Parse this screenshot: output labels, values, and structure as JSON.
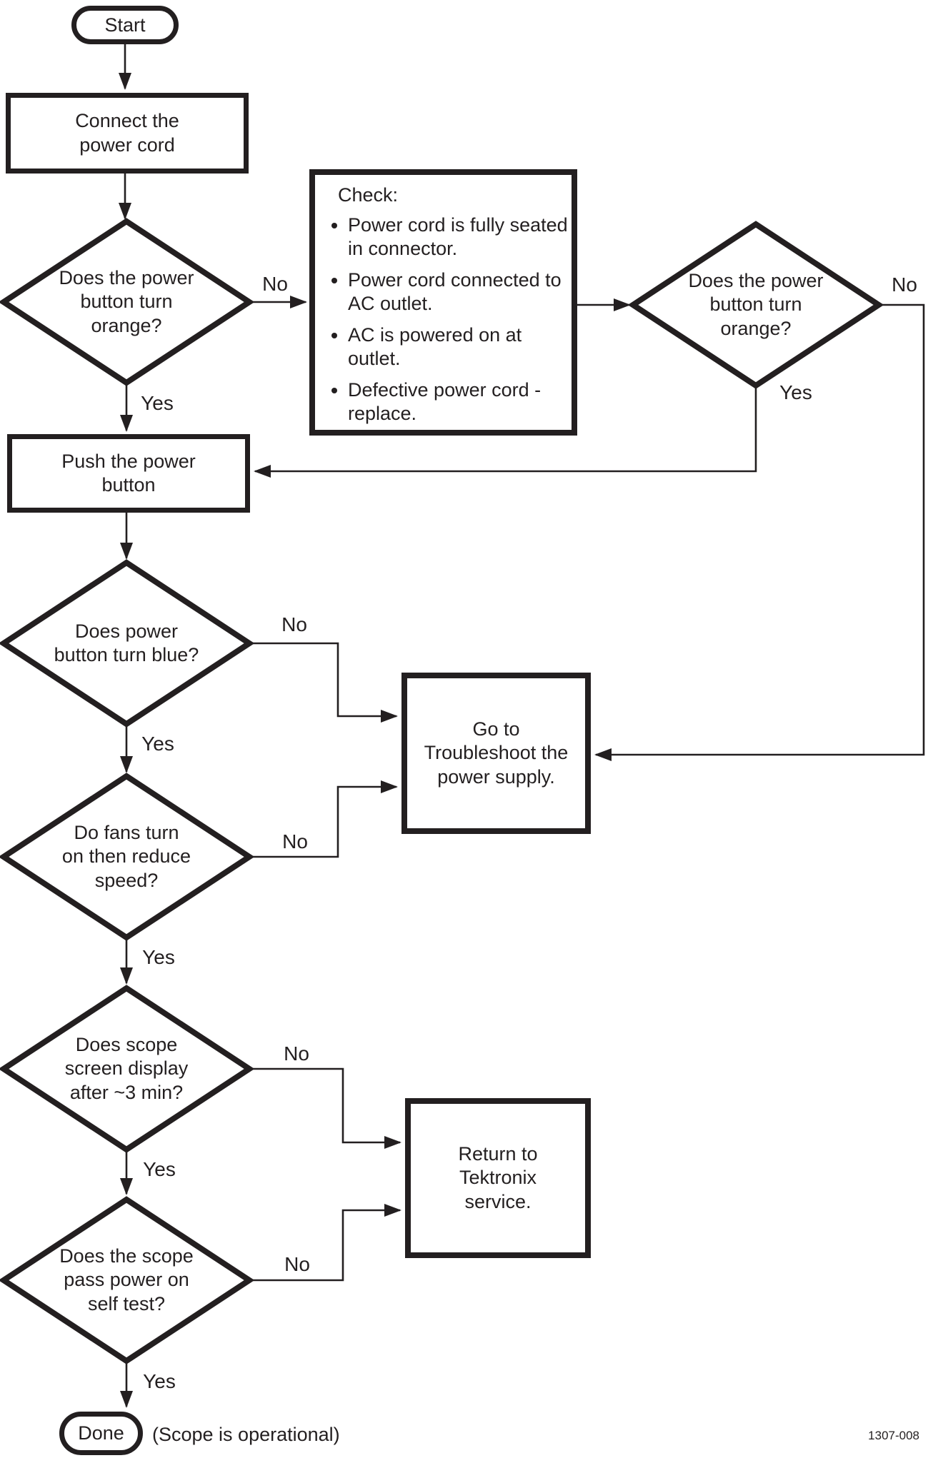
{
  "flow": {
    "start": "Start",
    "connect_power_cord": "Connect the\npower cord",
    "power_button_orange_1": "Does the power\nbutton turn\norange?",
    "check": {
      "heading": "Check:",
      "bullets": [
        "Power cord is fully seated\nin connector.",
        "Power cord connected to\nAC outlet.",
        "AC is powered on at\noutlet.",
        "Defective power cord -\nreplace."
      ]
    },
    "power_button_orange_2": "Does the power\nbutton turn\norange?",
    "push_power_button": "Push the power\nbutton",
    "power_button_blue": "Does power\nbutton turn blue?",
    "troubleshoot_power_supply": "Go to\nTroubleshoot the\npower supply.",
    "fans_reduce_speed": "Do fans turn\non then reduce\nspeed?",
    "screen_display": "Does scope\nscreen display\nafter ~3 min?",
    "return_to_service": "Return to\nTektronix\nservice.",
    "self_test": "Does the scope\npass power on\nself test?",
    "done": "Done",
    "done_note": "(Scope is operational)"
  },
  "edge_labels": {
    "yes": "Yes",
    "no": "No"
  },
  "figure_number": "1307-008",
  "colors": {
    "ink": "#231f20",
    "background": "#ffffff"
  }
}
